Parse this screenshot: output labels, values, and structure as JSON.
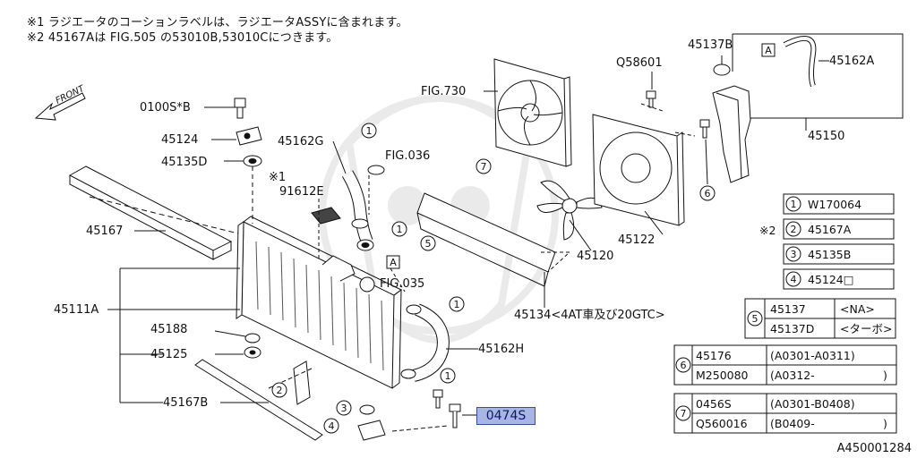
{
  "notes": {
    "n1": "※1 ラジエータのコーションラベルは、ラジエータASSYに含まれます。",
    "n2": "※2 45167Aは FIG.505 の53010B,53010Cにつきます。"
  },
  "front_label": "FRONT",
  "labels": {
    "p0100s": "0100S*B",
    "p45124": "45124",
    "p45135d": "45135D",
    "p45162g": "45162G",
    "fig036": "FIG.036",
    "star1": "※1",
    "p91612e": "91612E",
    "p45167": "45167",
    "p45111a": "45111A",
    "p45188": "45188",
    "p45125": "45125",
    "p45167b": "45167B",
    "fig035": "FIG.035",
    "p45162h": "45162H",
    "p45134": "45134<4AT車及び20GTC>",
    "p45120": "45120",
    "p45122": "45122",
    "fig730": "FIG.730",
    "q58601": "Q58601",
    "p45137b": "45137B",
    "p45162a": "45162A",
    "p45150": "45150",
    "callout_a": "A",
    "c1": "1",
    "c2": "2",
    "c3": "3",
    "c4": "4",
    "c5": "5",
    "c6": "6",
    "c7": "7"
  },
  "highlight": "0474S",
  "ref_table": {
    "star": "※2",
    "rows": [
      {
        "num": "1",
        "part": "W170064"
      },
      {
        "num": "2",
        "part": "45167A"
      },
      {
        "num": "3",
        "part": "45135B"
      },
      {
        "num": "4",
        "part": "45124□"
      }
    ]
  },
  "table5": {
    "num": "5",
    "rows": [
      {
        "part": "45137",
        "note": "<NA>"
      },
      {
        "part": "45137D",
        "note": "<ターボ>"
      }
    ]
  },
  "table6": {
    "num": "6",
    "rows": [
      {
        "part": "45176",
        "note": "(A0301-A0311)"
      },
      {
        "part": "M250080",
        "note": "(A0312-",
        "end": ")"
      }
    ]
  },
  "table7": {
    "num": "7",
    "rows": [
      {
        "part": "0456S",
        "note": "(A0301-B0408)"
      },
      {
        "part": "Q560016",
        "note": "(B0409-",
        "end": ")"
      }
    ]
  },
  "drawing_code": "A450001284"
}
